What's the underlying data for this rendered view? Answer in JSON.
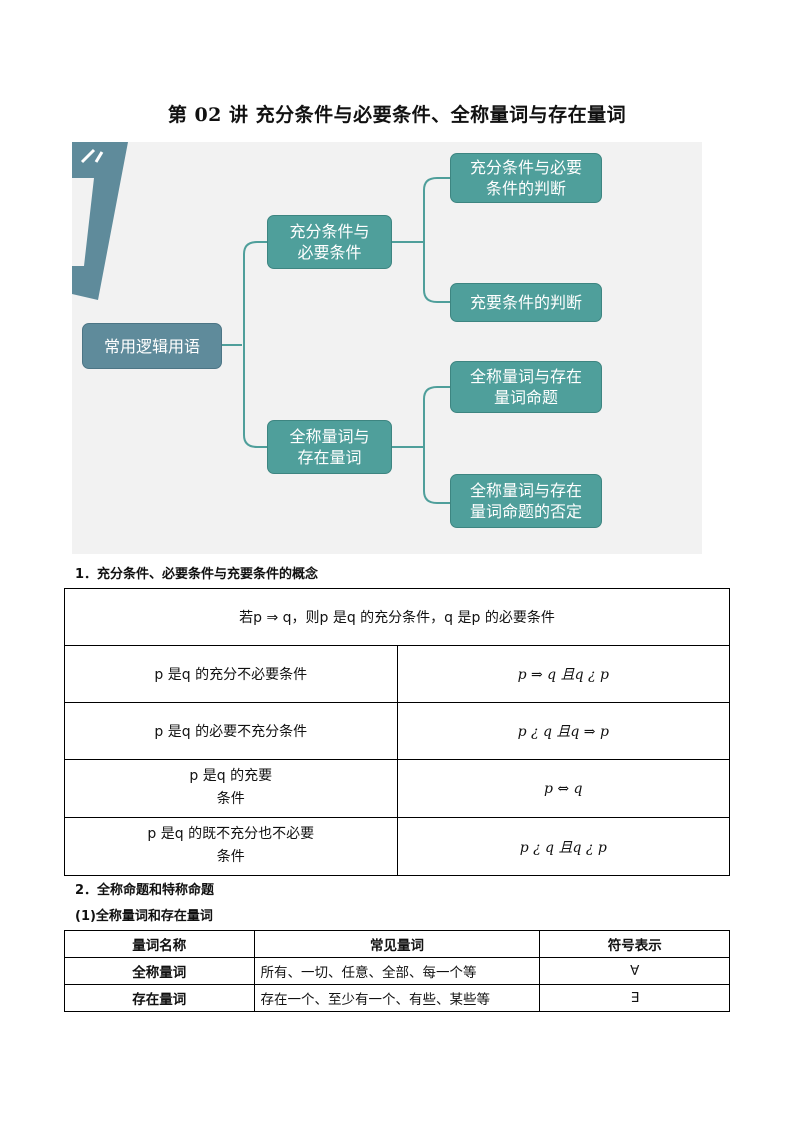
{
  "title": "第 02 讲  充分条件与必要条件、全称量词与存在量词",
  "mindmap": {
    "root": "常用逻辑用语",
    "branch1": {
      "label_line1": "充分条件与",
      "label_line2": "必要条件",
      "leaf1_line1": "充分条件与必要",
      "leaf1_line2": "条件的判断",
      "leaf2": "充要条件的判断"
    },
    "branch2": {
      "label_line1": "全称量词与",
      "label_line2": "存在量词",
      "leaf1_line1": "全称量词与存在",
      "leaf1_line2": "量词命题",
      "leaf2_line1": "全称量词与存在",
      "leaf2_line2": "量词命题的否定"
    }
  },
  "section1": "1．充分条件、必要条件与充要条件的概念",
  "table1": {
    "header": "若p ⇒ q，则p 是q 的充分条件，q 是p 的必要条件",
    "rows": [
      {
        "left": "p 是q 的充分不必要条件",
        "left2": "",
        "right": "p ⇒ q 且q ¿ p"
      },
      {
        "left": "p 是q 的必要不充分条件",
        "left2": "",
        "right": "p ¿ q 且q ⇒ p"
      },
      {
        "left": "p 是q 的充要",
        "left2": "条件",
        "right": "p ⇔ q"
      },
      {
        "left": "p 是q 的既不充分也不必要",
        "left2": "条件",
        "right": "p ¿ q 且q ¿ p"
      }
    ]
  },
  "section2": "2．全称命题和特称命题",
  "section2a": "(1)全称量词和存在量词",
  "table2": {
    "headers": [
      "量词名称",
      "常见量词",
      "符号表示"
    ],
    "rows": [
      {
        "name": "全称量词",
        "common": "所有、一切、任意、全部、每一个等",
        "symbol": "∀"
      },
      {
        "name": "存在量词",
        "common": "存在一个、至少有一个、有些、某些等",
        "symbol": "∃"
      }
    ]
  }
}
